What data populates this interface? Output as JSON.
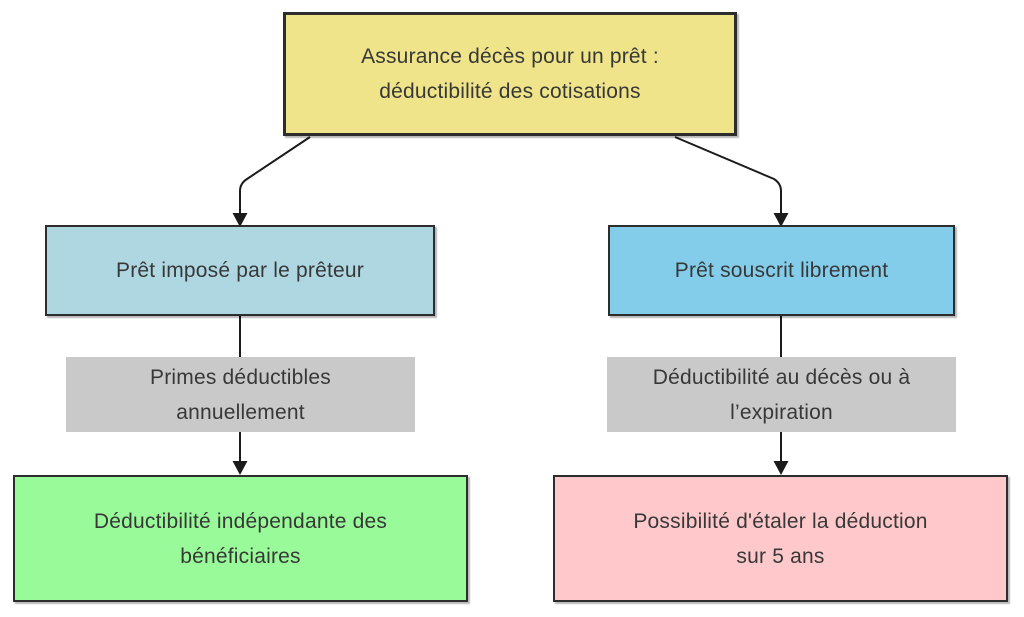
{
  "diagram": {
    "type": "flowchart",
    "colors": {
      "root_fill": "#efe489",
      "left_branch_fill": "#aed7e2",
      "right_branch_fill": "#84cdea",
      "note_fill": "#c9c9c9",
      "outcome_left_fill": "#98fa98",
      "outcome_right_fill": "#ffc9cb",
      "border": "#2d2d2d",
      "text": "#383838",
      "arrow": "#1b1b1b",
      "background": "#ffffff"
    },
    "nodes": {
      "root": {
        "line1": "Assurance décès pour un prêt :",
        "line2": "déductibilité des cotisations"
      },
      "loan_imposed": {
        "label": "Prêt imposé par le prêteur"
      },
      "loan_free": {
        "label": "Prêt souscrit librement"
      },
      "premiums_annual": {
        "line1": "Primes déductibles",
        "line2": "annuellement"
      },
      "deduct_death": {
        "line1": "Déductibilité au décès ou à",
        "line2": "l’expiration"
      },
      "deduct_beneficiaries": {
        "line1": "Déductibilité indépendante des",
        "line2": "bénéficiaires"
      },
      "spread_5y": {
        "line1": "Possibilité d'étaler la déduction",
        "line2": "sur 5 ans"
      }
    },
    "edges": [
      {
        "from": "root",
        "to": "loan_imposed",
        "arrowhead": true
      },
      {
        "from": "root",
        "to": "loan_free",
        "arrowhead": true
      },
      {
        "from": "loan_imposed",
        "to": "premiums_annual",
        "arrowhead": false
      },
      {
        "from": "premiums_annual",
        "to": "deduct_beneficiaries",
        "arrowhead": true
      },
      {
        "from": "loan_free",
        "to": "deduct_death",
        "arrowhead": false
      },
      {
        "from": "deduct_death",
        "to": "spread_5y",
        "arrowhead": true
      }
    ]
  }
}
